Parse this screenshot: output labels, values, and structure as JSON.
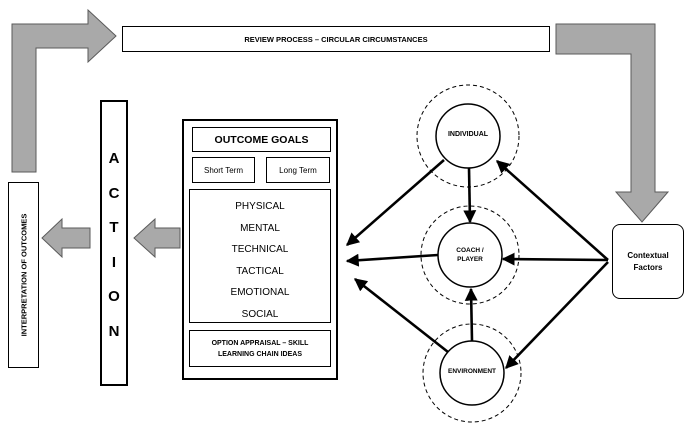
{
  "review_process": "REVIEW PROCESS – CIRCULAR CIRCUMSTANCES",
  "interpretation": "INTERPRETATION OF OUTCOMES",
  "action_letters": [
    "A",
    "C",
    "T",
    "I",
    "O",
    "N"
  ],
  "outcome_goals": {
    "title": "OUTCOME GOALS",
    "short_term": "Short Term",
    "long_term": "Long Term",
    "items": [
      "PHYSICAL",
      "MENTAL",
      "TECHNICAL",
      "TACTICAL",
      "EMOTIONAL",
      "SOCIAL"
    ],
    "option_appraisal_line1": "OPTION APPRAISAL – SKILL",
    "option_appraisal_line2": "LEARNING CHAIN IDEAS"
  },
  "nodes": {
    "individual": "INDIVIDUAL",
    "coach_line1": "COACH /",
    "coach_line2": "PLAYER",
    "environment": "ENVIRONMENT"
  },
  "contextual_line1": "Contextual",
  "contextual_line2": "Factors",
  "colors": {
    "arrow_fill": "#a9a9a9",
    "arrow_stroke": "#5a5a5a",
    "line": "#000000"
  }
}
